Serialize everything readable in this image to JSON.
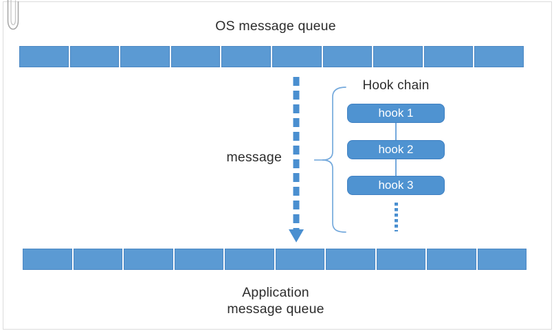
{
  "top_queue": {
    "title": "OS message queue",
    "segment_count": 10
  },
  "message_flow": {
    "label": "message"
  },
  "hook_chain": {
    "title": "Hook chain",
    "hooks": [
      "hook 1",
      "hook 2",
      "hook 3"
    ]
  },
  "bottom_queue": {
    "title_lines": [
      "Application",
      "message queue"
    ],
    "segment_count": 10
  },
  "colors": {
    "queue_fill": "#5b9ad3",
    "queue_border": "#4b87c3",
    "hook_fill": "#4f93d1",
    "hook_border": "#3e7fc1",
    "arrow": "#4a8fd0",
    "brace": "#74a9dc",
    "text": "#2d2d2d",
    "paperclip": "#a9a9a9",
    "page_border": "#dbdbdb"
  }
}
